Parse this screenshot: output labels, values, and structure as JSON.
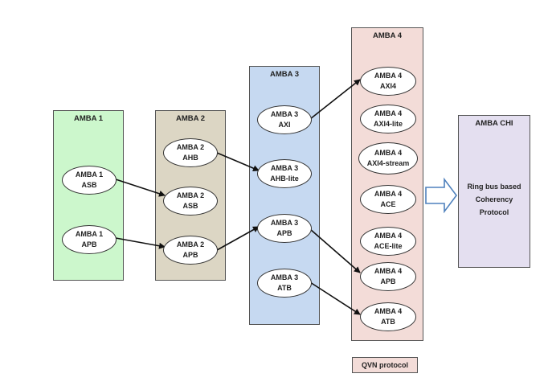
{
  "colors": {
    "amba1": "#ccf7cc",
    "amba2": "#dcd6c4",
    "amba3": "#c6d9f1",
    "amba4": "#f3dcd8",
    "chi": "#e4dff0",
    "arrow_fill": "#ffffff",
    "arrow_stroke": "#4f81bd"
  },
  "columns": {
    "amba1": {
      "title": "AMBA 1"
    },
    "amba2": {
      "title": "AMBA 2"
    },
    "amba3": {
      "title": "AMBA 3"
    },
    "amba4": {
      "title": "AMBA 4"
    },
    "chi": {
      "title": "AMBA CHI",
      "body_lines": [
        "Ring bus based",
        "Coherency",
        "Protocol"
      ]
    }
  },
  "nodes": {
    "amba1_asb": {
      "line1": "AMBA 1",
      "line2": "ASB"
    },
    "amba1_apb": {
      "line1": "AMBA 1",
      "line2": "APB"
    },
    "amba2_ahb": {
      "line1": "AMBA 2",
      "line2": "AHB"
    },
    "amba2_asb": {
      "line1": "AMBA 2",
      "line2": "ASB"
    },
    "amba2_apb": {
      "line1": "AMBA 2",
      "line2": "APB"
    },
    "amba3_axi": {
      "line1": "AMBA 3",
      "line2": "AXI"
    },
    "amba3_ahb_lite": {
      "line1": "AMBA 3",
      "line2": "AHB-lite"
    },
    "amba3_apb": {
      "line1": "AMBA 3",
      "line2": "APB"
    },
    "amba3_atb": {
      "line1": "AMBA 3",
      "line2": "ATB"
    },
    "amba4_axi4": {
      "line1": "AMBA 4",
      "line2": "AXI4"
    },
    "amba4_axi4_lite": {
      "line1": "AMBA 4",
      "line2": "AXI4-lite"
    },
    "amba4_axi4_stream": {
      "line1": "AMBA 4",
      "line2": "AXI4-stream"
    },
    "amba4_ace": {
      "line1": "AMBA 4",
      "line2": "ACE"
    },
    "amba4_ace_lite": {
      "line1": "AMBA 4",
      "line2": "ACE-lite"
    },
    "amba4_apb": {
      "line1": "AMBA 4",
      "line2": "APB"
    },
    "amba4_atb": {
      "line1": "AMBA 4",
      "line2": "ATB"
    }
  },
  "footer": {
    "qvn": "QVN protocol"
  }
}
